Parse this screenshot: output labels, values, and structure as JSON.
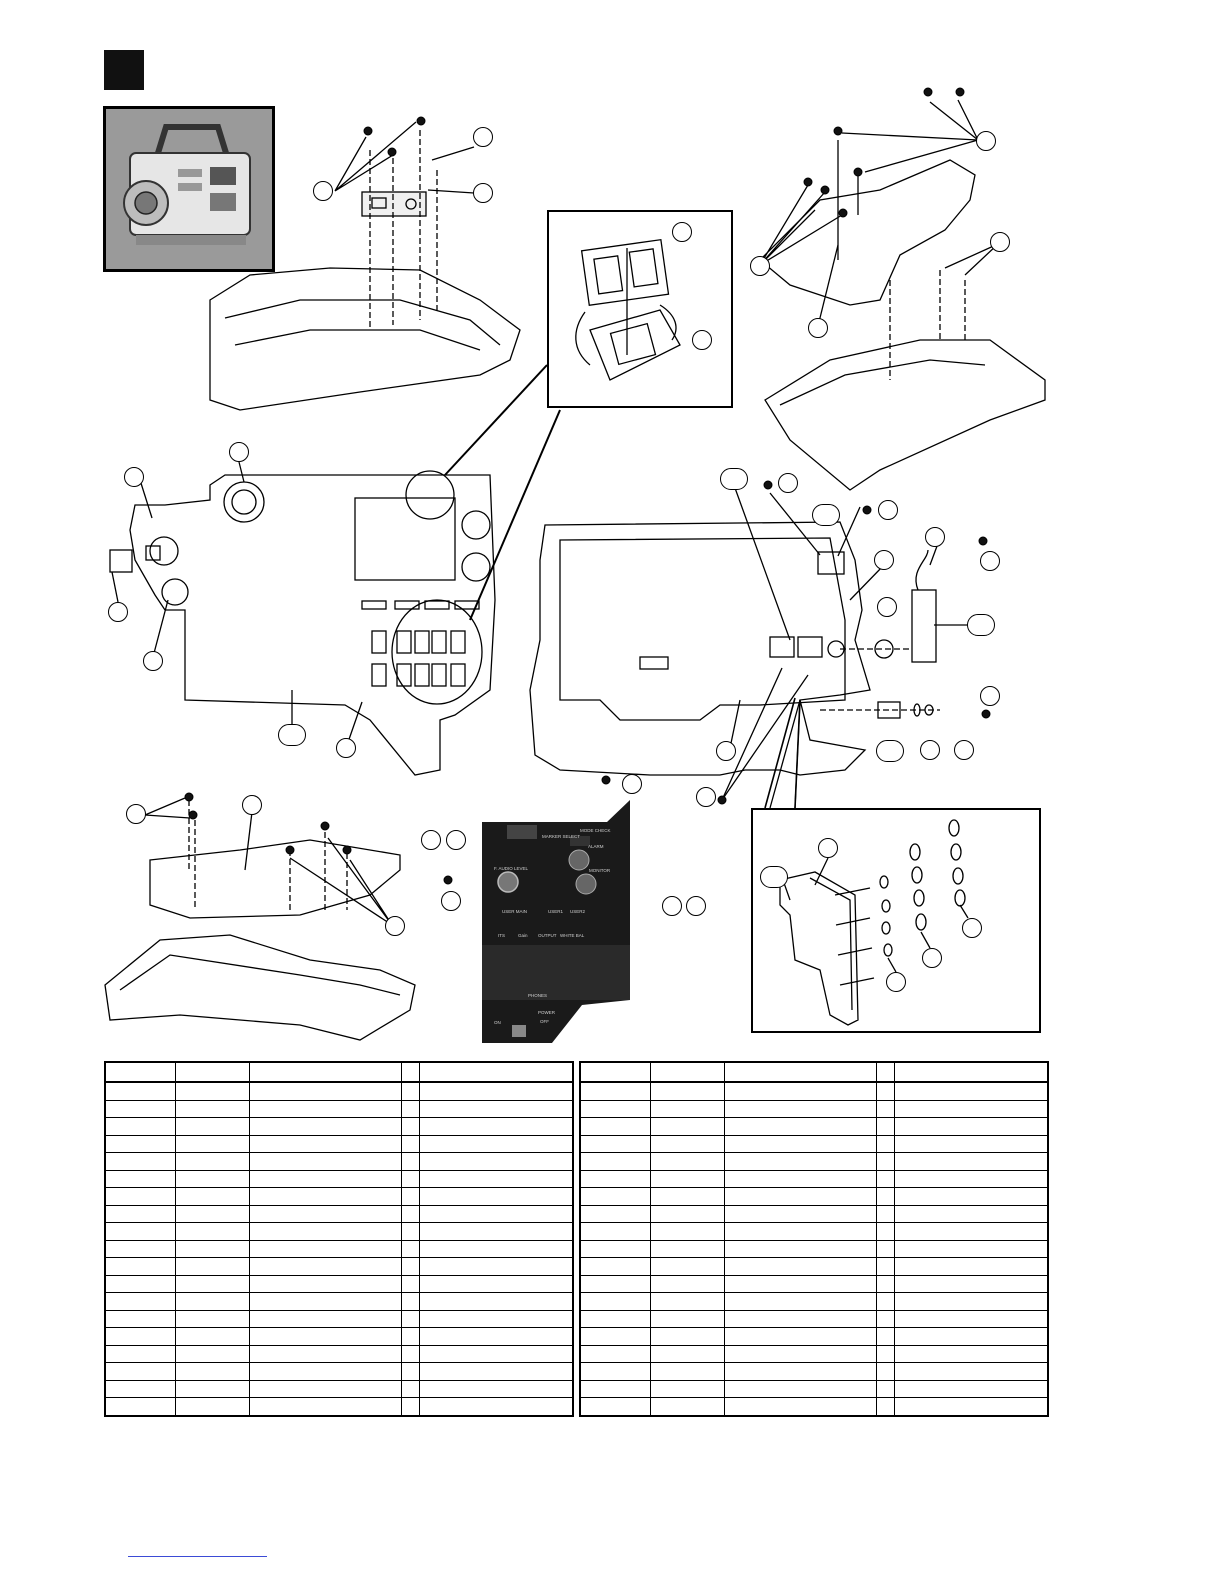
{
  "diagram": {
    "accent": "#000000",
    "photo_labels": [
      "MODE CHECK",
      "MARKER SELECT",
      "ALARM",
      "MONITOR",
      "F. AUDIO LEVEL",
      "USER MAIN",
      "USER1",
      "USER2",
      "ITS",
      "Gain",
      "OUTPUT",
      "WHITE BAL",
      "PHONES",
      "POWER",
      "ON",
      "OFF"
    ]
  },
  "parts_table": {
    "columns": 5,
    "rows": 19
  }
}
